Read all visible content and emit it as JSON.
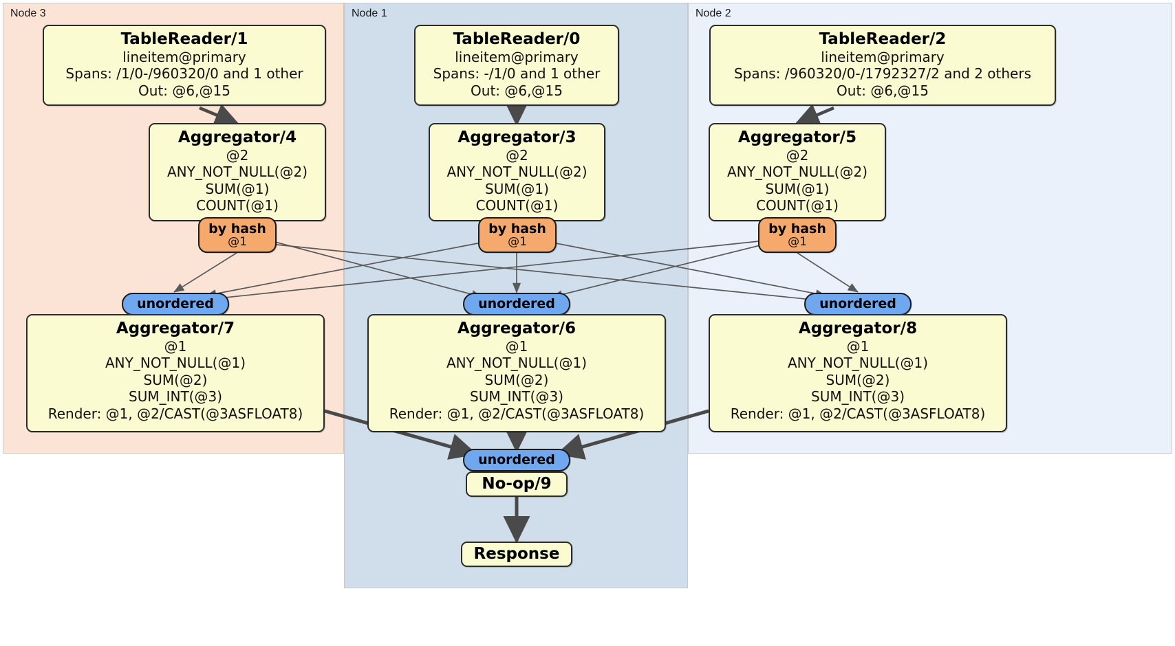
{
  "diagram": {
    "type": "distributed-query-plan",
    "title": "",
    "colors": {
      "node3_panel": "#fbe3d6",
      "node1_panel": "#cfdeea",
      "node2_panel": "#eaf1fb",
      "processor_fill": "#fbfbd2",
      "hash_router_fill": "#f6a96c",
      "unordered_synchronizer_fill": "#6fa8ef",
      "edge_stroke": "#4a4a4a",
      "stream_stroke": "#6b6b6b"
    }
  },
  "nodes": [
    {
      "id": "node3",
      "label": "Node 3"
    },
    {
      "id": "node1",
      "label": "Node 1"
    },
    {
      "id": "node2",
      "label": "Node 2"
    }
  ],
  "processors": {
    "tablereader1": {
      "title": "TableReader/1",
      "lines": [
        "lineitem@primary",
        "Spans: /1/0-/960320/0 and 1 other",
        "Out: @6,@15"
      ]
    },
    "tablereader0": {
      "title": "TableReader/0",
      "lines": [
        "lineitem@primary",
        "Spans: -/1/0 and 1 other",
        "Out: @6,@15"
      ]
    },
    "tablereader2": {
      "title": "TableReader/2",
      "lines": [
        "lineitem@primary",
        "Spans: /960320/0-/1792327/2 and 2 others",
        "Out: @6,@15"
      ]
    },
    "aggregator4": {
      "title": "Aggregator/4",
      "lines": [
        "@2",
        "ANY_NOT_NULL(@2)",
        "SUM(@1)",
        "COUNT(@1)"
      ]
    },
    "aggregator3": {
      "title": "Aggregator/3",
      "lines": [
        "@2",
        "ANY_NOT_NULL(@2)",
        "SUM(@1)",
        "COUNT(@1)"
      ]
    },
    "aggregator5": {
      "title": "Aggregator/5",
      "lines": [
        "@2",
        "ANY_NOT_NULL(@2)",
        "SUM(@1)",
        "COUNT(@1)"
      ]
    },
    "aggregator7": {
      "title": "Aggregator/7",
      "lines": [
        "@1",
        "ANY_NOT_NULL(@1)",
        "SUM(@2)",
        "SUM_INT(@3)",
        "Render: @1, @2/CAST(@3ASFLOAT8)"
      ]
    },
    "aggregator6": {
      "title": "Aggregator/6",
      "lines": [
        "@1",
        "ANY_NOT_NULL(@1)",
        "SUM(@2)",
        "SUM_INT(@3)",
        "Render: @1, @2/CAST(@3ASFLOAT8)"
      ]
    },
    "aggregator8": {
      "title": "Aggregator/8",
      "lines": [
        "@1",
        "ANY_NOT_NULL(@1)",
        "SUM(@2)",
        "SUM_INT(@3)",
        "Render: @1, @2/CAST(@3ASFLOAT8)"
      ]
    },
    "noop9": {
      "title": "No-op/9",
      "lines": []
    },
    "response": {
      "title": "Response",
      "lines": []
    }
  },
  "routers": {
    "hash_left": {
      "main": "by hash",
      "sub": "@1"
    },
    "hash_center": {
      "main": "by hash",
      "sub": "@1"
    },
    "hash_right": {
      "main": "by hash",
      "sub": "@1"
    }
  },
  "synchronizers": {
    "unordered_left": {
      "label": "unordered"
    },
    "unordered_center": {
      "label": "unordered"
    },
    "unordered_right": {
      "label": "unordered"
    },
    "unordered_final": {
      "label": "unordered"
    }
  }
}
